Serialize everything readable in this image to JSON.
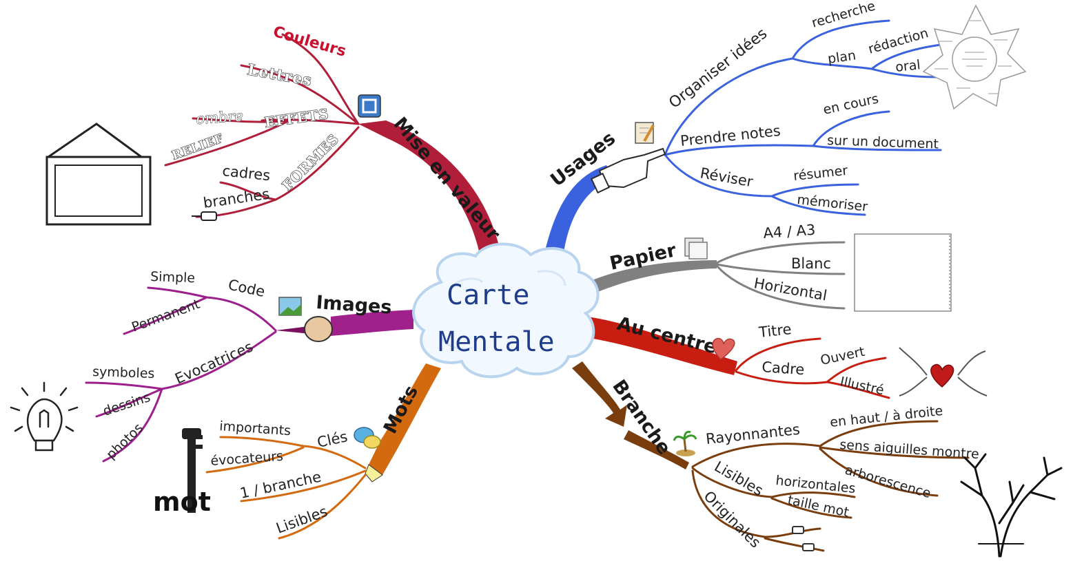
{
  "center": {
    "line1": "Carte",
    "line2": "Mentale"
  },
  "colors": {
    "mise_en_valeur": "#b01e3a",
    "usages": "#3b62de",
    "images": "#9c1f8c",
    "mots": "#d46a10",
    "papier": "#808080",
    "au_centre": "#c81e12",
    "branche": "#7a3d0e"
  },
  "branches": {
    "mise_en_valeur": {
      "label": "Mise en valeur",
      "couleurs": "Couleurs",
      "lettres": "Lettres",
      "effets": "EFFETS",
      "ombre": "ombre",
      "relief": "RELIEF",
      "formes": "FORMES",
      "cadres": "cadres",
      "branches": "branches"
    },
    "usages": {
      "label": "Usages",
      "organiser": "Organiser idées",
      "recherche": "recherche",
      "plan": "plan",
      "redaction": "rédaction",
      "oral": "oral",
      "prendre_notes": "Prendre notes",
      "en_cours": "en cours",
      "sur_document": "sur un document",
      "reviser": "Réviser",
      "resumer": "résumer",
      "memoriser": "mémoriser"
    },
    "images": {
      "label": "Images",
      "code": "Code",
      "simple": "Simple",
      "permanent": "Permanent",
      "evocatrices": "Evocatrices",
      "symboles": "symboles",
      "dessins": "dessins",
      "photos": "photos"
    },
    "mots": {
      "label": "Mots",
      "cles": "Clés",
      "importants": "importants",
      "evocateurs": "évocateurs",
      "une_branche": "1 / branche",
      "lisibles": "Lisibles",
      "mot_art": "mot"
    },
    "papier": {
      "label": "Papier",
      "a4a3": "A4 / A3",
      "blanc": "Blanc",
      "horizontal": "Horizontal"
    },
    "au_centre": {
      "label": "Au centre",
      "titre": "Titre",
      "cadre": "Cadre",
      "ouvert": "Ouvert",
      "illustre": "Illustré"
    },
    "branche": {
      "label": "Branche",
      "rayonnantes": "Rayonnantes",
      "en_haut": "en haut / à droite",
      "sens_aiguilles": "sens aiguilles montre",
      "arborescence": "arborescence",
      "lisibles": "Lisibles",
      "horizontales": "horizontales",
      "taille_mot": "taille mot",
      "originales": "Originales"
    }
  }
}
